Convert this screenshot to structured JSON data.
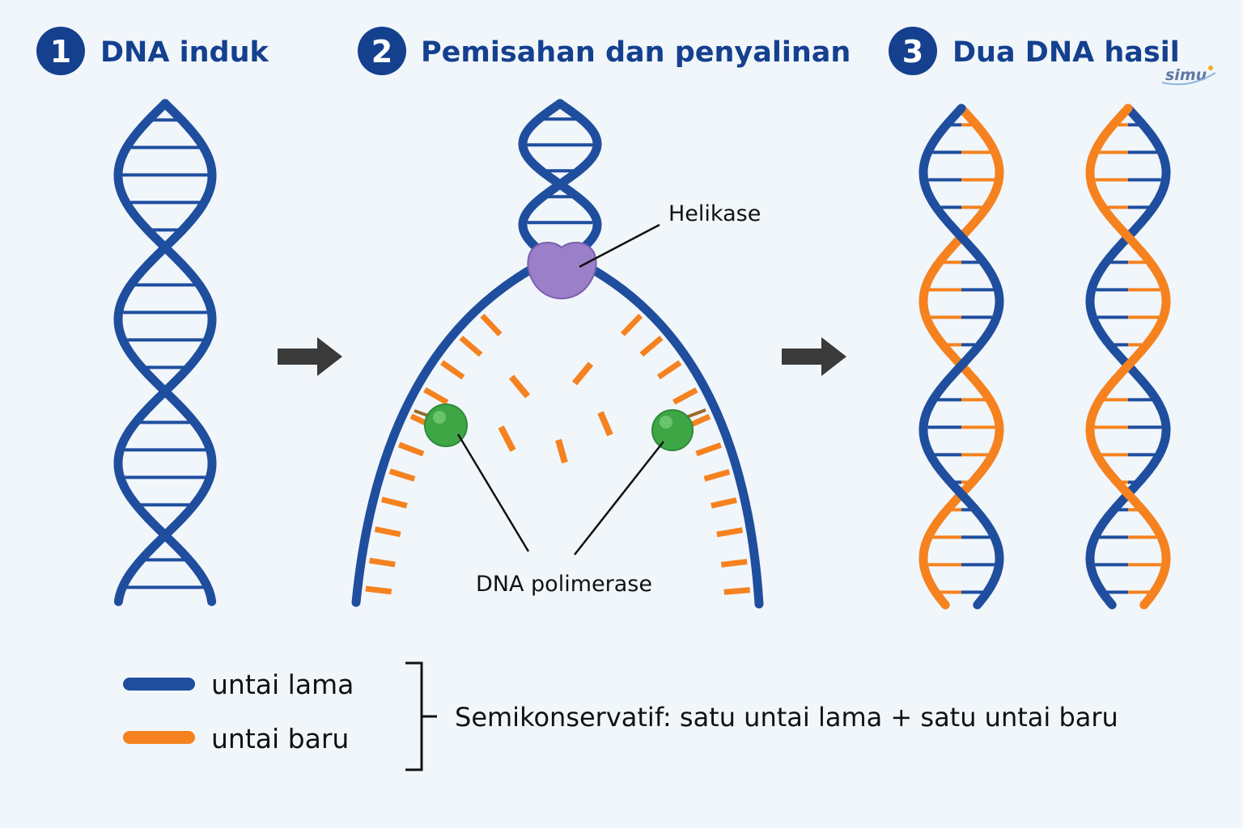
{
  "steps": [
    {
      "number": "1",
      "title": "DNA induk"
    },
    {
      "number": "2",
      "title": "Pemisahan dan penyalinan"
    },
    {
      "number": "3",
      "title": "Dua DNA hasil"
    }
  ],
  "labels": {
    "helicase": "Helikase",
    "polymerase": "DNA polimerase"
  },
  "legend": {
    "old_strand": "untai lama",
    "new_strand": "untai baru"
  },
  "summary": "Semikonservatif: satu untai lama + satu untai baru",
  "logo": "simu",
  "colors": {
    "old_strand": "#1f4e9e",
    "new_strand": "#f5821f",
    "helicase": "#9b7fc9",
    "polymerase": "#3ea645",
    "title": "#14408e",
    "arrow": "#3a3a3a"
  },
  "icons": {
    "arrow_1": "arrow-right-icon",
    "arrow_2": "arrow-right-icon"
  }
}
